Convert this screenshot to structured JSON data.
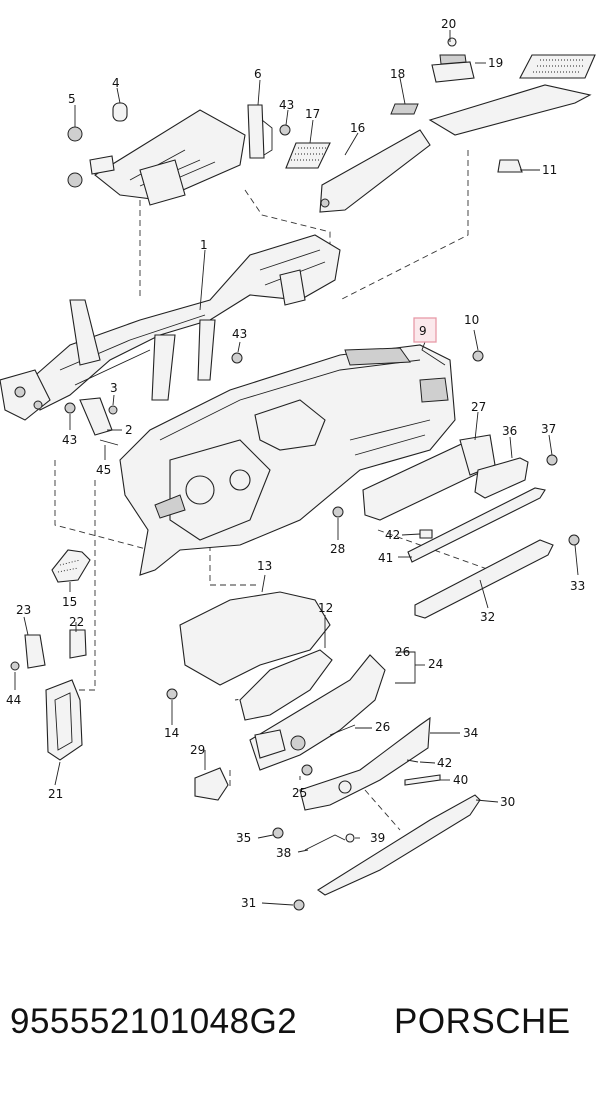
{
  "callouts": [
    {
      "id": "c20",
      "label": "20",
      "highlight": false
    },
    {
      "id": "c19",
      "label": "19",
      "highlight": false
    },
    {
      "id": "c18",
      "label": "18",
      "highlight": false
    },
    {
      "id": "c17",
      "label": "17",
      "highlight": false
    },
    {
      "id": "c16",
      "label": "16",
      "highlight": false
    },
    {
      "id": "c11",
      "label": "11",
      "highlight": false
    },
    {
      "id": "c6",
      "label": "6",
      "highlight": false
    },
    {
      "id": "c43a",
      "label": "43",
      "highlight": false
    },
    {
      "id": "c4",
      "label": "4",
      "highlight": false
    },
    {
      "id": "c5",
      "label": "5",
      "highlight": false
    },
    {
      "id": "c1",
      "label": "1",
      "highlight": false
    },
    {
      "id": "c9",
      "label": "9",
      "highlight": true
    },
    {
      "id": "c10",
      "label": "10",
      "highlight": false
    },
    {
      "id": "c43b",
      "label": "43",
      "highlight": false
    },
    {
      "id": "c3",
      "label": "3",
      "highlight": false
    },
    {
      "id": "c2",
      "label": "2",
      "highlight": false
    },
    {
      "id": "c43c",
      "label": "43",
      "highlight": false
    },
    {
      "id": "c45",
      "label": "45",
      "highlight": false
    },
    {
      "id": "c27",
      "label": "27",
      "highlight": false
    },
    {
      "id": "c36",
      "label": "36",
      "highlight": false
    },
    {
      "id": "c37",
      "label": "37",
      "highlight": false
    },
    {
      "id": "c28",
      "label": "28",
      "highlight": false
    },
    {
      "id": "c42a",
      "label": "42",
      "highlight": false
    },
    {
      "id": "c41",
      "label": "41",
      "highlight": false
    },
    {
      "id": "c33",
      "label": "33",
      "highlight": false
    },
    {
      "id": "c32",
      "label": "32",
      "highlight": false
    },
    {
      "id": "c15",
      "label": "15",
      "highlight": false
    },
    {
      "id": "c13",
      "label": "13",
      "highlight": false
    },
    {
      "id": "c12",
      "label": "12",
      "highlight": false
    },
    {
      "id": "c26a",
      "label": "26",
      "highlight": false
    },
    {
      "id": "c24",
      "label": "24",
      "highlight": false
    },
    {
      "id": "c23",
      "label": "23",
      "highlight": false
    },
    {
      "id": "c22",
      "label": "22",
      "highlight": false
    },
    {
      "id": "c44",
      "label": "44",
      "highlight": false
    },
    {
      "id": "c14",
      "label": "14",
      "highlight": false
    },
    {
      "id": "c26b",
      "label": "26",
      "highlight": false
    },
    {
      "id": "c34",
      "label": "34",
      "highlight": false
    },
    {
      "id": "c29",
      "label": "29",
      "highlight": false
    },
    {
      "id": "c42b",
      "label": "42",
      "highlight": false
    },
    {
      "id": "c40",
      "label": "40",
      "highlight": false
    },
    {
      "id": "c25",
      "label": "25",
      "highlight": false
    },
    {
      "id": "c30",
      "label": "30",
      "highlight": false
    },
    {
      "id": "c21",
      "label": "21",
      "highlight": false
    },
    {
      "id": "c35",
      "label": "35",
      "highlight": false
    },
    {
      "id": "c39",
      "label": "39",
      "highlight": false
    },
    {
      "id": "c38",
      "label": "38",
      "highlight": false
    },
    {
      "id": "c31",
      "label": "31",
      "highlight": false
    }
  ],
  "footer": {
    "part_number": "955552101048G2",
    "brand": "PORSCHE"
  },
  "colors": {
    "highlight_stroke": "#e89aa8",
    "highlight_fill": "#fbe9ec",
    "line": "#222222"
  }
}
